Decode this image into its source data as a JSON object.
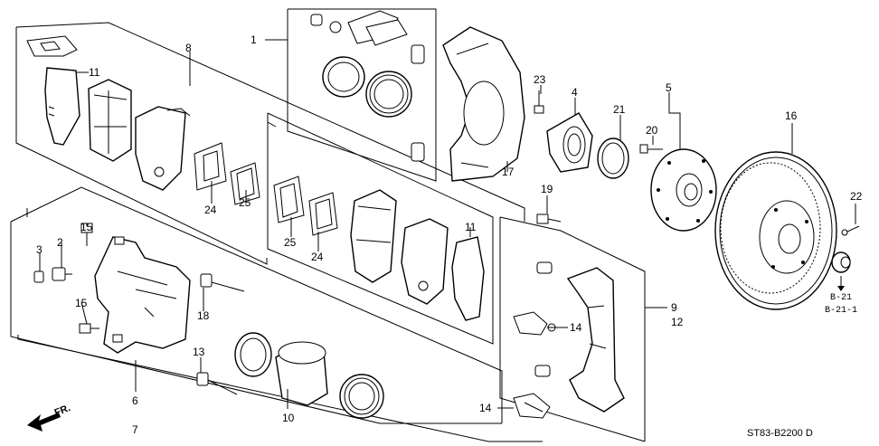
{
  "diagram_code": "ST83-B2200 D",
  "direction_label": "FR.",
  "reference_labels": [
    "B-21",
    "B-21-1"
  ],
  "callouts": {
    "c1": "1",
    "c2": "2",
    "c3": "3",
    "c4": "4",
    "c5": "5",
    "c6": "6",
    "c7": "7",
    "c8": "8",
    "c9": "9",
    "c10": "10",
    "c11a": "11",
    "c11b": "11",
    "c12": "12",
    "c13": "13",
    "c14a": "14",
    "c14b": "14",
    "c15a": "15",
    "c15b": "15",
    "c16": "16",
    "c17": "17",
    "c18": "18",
    "c19": "19",
    "c20": "20",
    "c21": "21",
    "c22": "22",
    "c23": "23",
    "c24a": "24",
    "c24b": "24",
    "c25a": "25",
    "c25b": "25"
  }
}
